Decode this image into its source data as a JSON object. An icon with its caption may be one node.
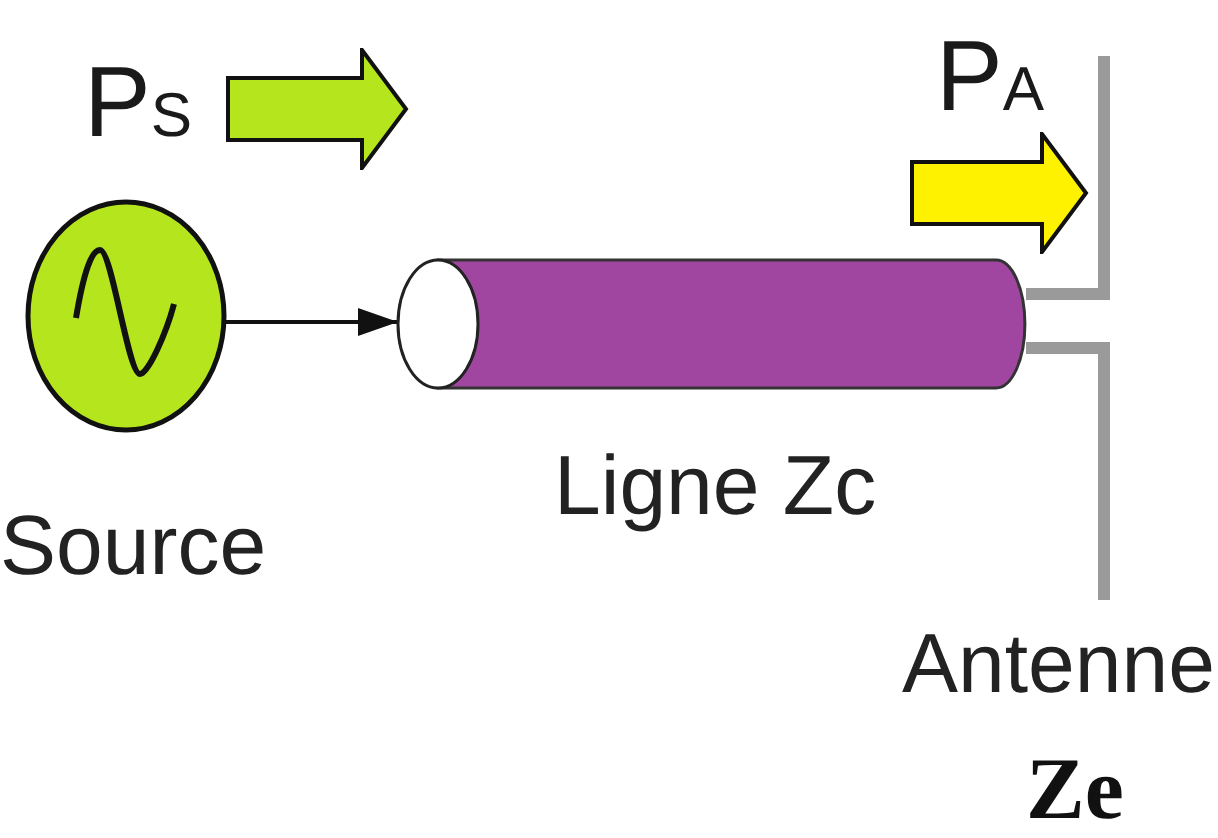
{
  "diagram": {
    "nodes": [
      {
        "text": [
          "Source"
        ]
      },
      {
        "text": [
          "Ligne Zc"
        ]
      },
      {
        "text": [
          "Antenne"
        ],
        "beside": [
          "Ze"
        ]
      }
    ],
    "edges": [
      {
        "from": 0,
        "to": 1,
        "arrow": "to"
      }
    ],
    "labels": [
      "P$_{S}$",
      "P$_{A}$"
    ]
  }
}
